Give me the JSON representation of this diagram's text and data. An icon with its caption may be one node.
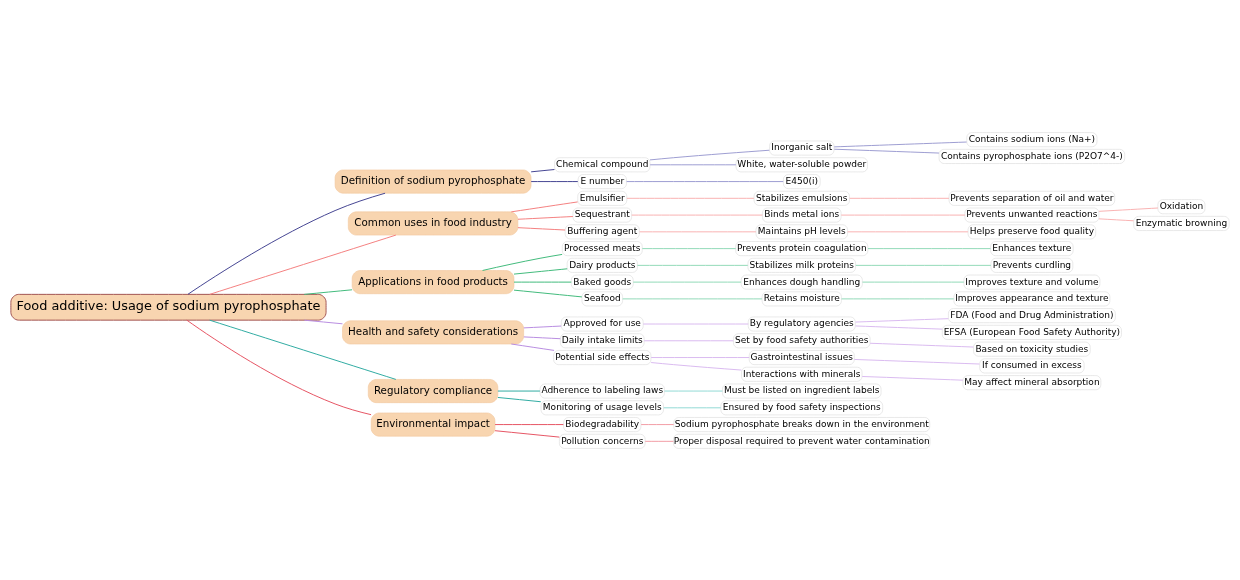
{
  "diagram": {
    "nodes": [
      {
        "text": [
          "Food additive: Usage of sodium pyrophosphate"
        ]
      },
      {
        "text": [
          "Definition of sodium pyrophosphate"
        ]
      },
      {
        "text": [
          "Chemical compound"
        ]
      },
      {
        "text": [
          "Inorganic salt"
        ]
      },
      {
        "text": [
          "Contains sodium ions (Na+)"
        ]
      },
      {
        "text": [
          "Contains pyrophosphate ions (P2O7^4-)"
        ]
      },
      {
        "text": [
          "White, water-soluble powder"
        ]
      },
      {
        "text": [
          "E number"
        ]
      },
      {
        "text": [
          "E450(i)"
        ]
      },
      {
        "text": [
          "Common uses in food industry"
        ]
      },
      {
        "text": [
          "Emulsifier"
        ]
      },
      {
        "text": [
          "Stabilizes emulsions"
        ]
      },
      {
        "text": [
          "Prevents separation of oil and water"
        ]
      },
      {
        "text": [
          "Sequestrant"
        ]
      },
      {
        "text": [
          "Binds metal ions"
        ]
      },
      {
        "text": [
          "Prevents unwanted reactions"
        ]
      },
      {
        "text": [
          "Oxidation"
        ]
      },
      {
        "text": [
          "Enzymatic browning"
        ]
      },
      {
        "text": [
          "Buffering agent"
        ]
      },
      {
        "text": [
          "Maintains pH levels"
        ]
      },
      {
        "text": [
          "Helps preserve food quality"
        ]
      },
      {
        "text": [
          "Applications in food products"
        ]
      },
      {
        "text": [
          "Processed meats"
        ]
      },
      {
        "text": [
          "Prevents protein coagulation"
        ]
      },
      {
        "text": [
          "Enhances texture"
        ]
      },
      {
        "text": [
          "Dairy products"
        ]
      },
      {
        "text": [
          "Stabilizes milk proteins"
        ]
      },
      {
        "text": [
          "Prevents curdling"
        ]
      },
      {
        "text": [
          "Baked goods"
        ]
      },
      {
        "text": [
          "Enhances dough handling"
        ]
      },
      {
        "text": [
          "Improves texture and volume"
        ]
      },
      {
        "text": [
          "Seafood"
        ]
      },
      {
        "text": [
          "Retains moisture"
        ]
      },
      {
        "text": [
          "Improves appearance and texture"
        ]
      },
      {
        "text": [
          "Health and safety considerations"
        ]
      },
      {
        "text": [
          "Approved for use"
        ]
      },
      {
        "text": [
          "By regulatory agencies"
        ]
      },
      {
        "text": [
          "FDA (Food and Drug Administration)"
        ]
      },
      {
        "text": [
          "EFSA (European Food Safety Authority)"
        ]
      },
      {
        "text": [
          "Daily intake limits"
        ]
      },
      {
        "text": [
          "Set by food safety authorities"
        ]
      },
      {
        "text": [
          "Based on toxicity studies"
        ]
      },
      {
        "text": [
          "Potential side effects"
        ]
      },
      {
        "text": [
          "Gastrointestinal issues"
        ]
      },
      {
        "text": [
          "If consumed in excess"
        ]
      },
      {
        "text": [
          "Interactions with minerals"
        ]
      },
      {
        "text": [
          "May affect mineral absorption"
        ]
      },
      {
        "text": [
          "Regulatory compliance"
        ]
      },
      {
        "text": [
          "Adherence to labeling laws"
        ]
      },
      {
        "text": [
          "Must be listed on ingredient labels"
        ]
      },
      {
        "text": [
          "Monitoring of usage levels"
        ]
      },
      {
        "text": [
          "Ensured by food safety inspections"
        ]
      },
      {
        "text": [
          "Environmental impact"
        ]
      },
      {
        "text": [
          "Biodegradability"
        ]
      },
      {
        "text": [
          "Sodium pyrophosphate breaks down in the environment"
        ]
      },
      {
        "text": [
          "Pollution concerns"
        ]
      },
      {
        "text": [
          "Proper disposal required to prevent water contamination"
        ]
      }
    ],
    "edges": [
      {
        "from": 0,
        "to": 1,
        "arrow": "none",
        "color": "#3f3f8f"
      },
      {
        "from": 1,
        "to": 2,
        "arrow": "none",
        "color": "#3f3f8f"
      },
      {
        "from": 2,
        "to": 3,
        "arrow": "none",
        "color": "#9a9ad0"
      },
      {
        "from": 3,
        "to": 4,
        "arrow": "none",
        "color": "#9a9ad0"
      },
      {
        "from": 3,
        "to": 5,
        "arrow": "none",
        "color": "#9a9ad0"
      },
      {
        "from": 2,
        "to": 6,
        "arrow": "none",
        "color": "#9a9ad0"
      },
      {
        "from": 1,
        "to": 7,
        "arrow": "none",
        "color": "#3f3f8f"
      },
      {
        "from": 7,
        "to": 8,
        "arrow": "none",
        "color": "#9a9ad0"
      },
      {
        "from": 0,
        "to": 9,
        "arrow": "none",
        "color": "#f47c7c"
      },
      {
        "from": 9,
        "to": 10,
        "arrow": "none",
        "color": "#f47c7c"
      },
      {
        "from": 10,
        "to": 11,
        "arrow": "none",
        "color": "#f9b0b0"
      },
      {
        "from": 11,
        "to": 12,
        "arrow": "none",
        "color": "#f9b0b0"
      },
      {
        "from": 9,
        "to": 13,
        "arrow": "none",
        "color": "#f47c7c"
      },
      {
        "from": 13,
        "to": 14,
        "arrow": "none",
        "color": "#f9b0b0"
      },
      {
        "from": 14,
        "to": 15,
        "arrow": "none",
        "color": "#f9b0b0"
      },
      {
        "from": 15,
        "to": 16,
        "arrow": "none",
        "color": "#f9b0b0"
      },
      {
        "from": 15,
        "to": 17,
        "arrow": "none",
        "color": "#f9b0b0"
      },
      {
        "from": 9,
        "to": 18,
        "arrow": "none",
        "color": "#f47c7c"
      },
      {
        "from": 18,
        "to": 19,
        "arrow": "none",
        "color": "#f9b0b0"
      },
      {
        "from": 19,
        "to": 20,
        "arrow": "none",
        "color": "#f9b0b0"
      },
      {
        "from": 0,
        "to": 21,
        "arrow": "none",
        "color": "#3cb878"
      },
      {
        "from": 21,
        "to": 22,
        "arrow": "none",
        "color": "#3cb878"
      },
      {
        "from": 22,
        "to": 23,
        "arrow": "none",
        "color": "#8fd9b6"
      },
      {
        "from": 23,
        "to": 24,
        "arrow": "none",
        "color": "#8fd9b6"
      },
      {
        "from": 21,
        "to": 25,
        "arrow": "none",
        "color": "#3cb878"
      },
      {
        "from": 25,
        "to": 26,
        "arrow": "none",
        "color": "#8fd9b6"
      },
      {
        "from": 26,
        "to": 27,
        "arrow": "none",
        "color": "#8fd9b6"
      },
      {
        "from": 21,
        "to": 28,
        "arrow": "none",
        "color": "#3cb878"
      },
      {
        "from": 28,
        "to": 29,
        "arrow": "none",
        "color": "#8fd9b6"
      },
      {
        "from": 29,
        "to": 30,
        "arrow": "none",
        "color": "#8fd9b6"
      },
      {
        "from": 21,
        "to": 31,
        "arrow": "none",
        "color": "#3cb878"
      },
      {
        "from": 31,
        "to": 32,
        "arrow": "none",
        "color": "#8fd9b6"
      },
      {
        "from": 32,
        "to": 33,
        "arrow": "none",
        "color": "#8fd9b6"
      },
      {
        "from": 0,
        "to": 34,
        "arrow": "none",
        "color": "#b68ae0"
      },
      {
        "from": 34,
        "to": 35,
        "arrow": "none",
        "color": "#b68ae0"
      },
      {
        "from": 35,
        "to": 36,
        "arrow": "none",
        "color": "#d9b9ef"
      },
      {
        "from": 36,
        "to": 37,
        "arrow": "none",
        "color": "#d9b9ef"
      },
      {
        "from": 36,
        "to": 38,
        "arrow": "none",
        "color": "#d9b9ef"
      },
      {
        "from": 34,
        "to": 39,
        "arrow": "none",
        "color": "#b68ae0"
      },
      {
        "from": 39,
        "to": 40,
        "arrow": "none",
        "color": "#d9b9ef"
      },
      {
        "from": 40,
        "to": 41,
        "arrow": "none",
        "color": "#d9b9ef"
      },
      {
        "from": 34,
        "to": 42,
        "arrow": "none",
        "color": "#b68ae0"
      },
      {
        "from": 42,
        "to": 43,
        "arrow": "none",
        "color": "#d9b9ef"
      },
      {
        "from": 43,
        "to": 44,
        "arrow": "none",
        "color": "#d9b9ef"
      },
      {
        "from": 42,
        "to": 45,
        "arrow": "none",
        "color": "#d9b9ef"
      },
      {
        "from": 45,
        "to": 46,
        "arrow": "none",
        "color": "#d9b9ef"
      },
      {
        "from": 0,
        "to": 47,
        "arrow": "none",
        "color": "#2aa9a0"
      },
      {
        "from": 47,
        "to": 48,
        "arrow": "none",
        "color": "#2aa9a0"
      },
      {
        "from": 48,
        "to": 49,
        "arrow": "none",
        "color": "#8ed9d4"
      },
      {
        "from": 47,
        "to": 50,
        "arrow": "none",
        "color": "#2aa9a0"
      },
      {
        "from": 50,
        "to": 51,
        "arrow": "none",
        "color": "#8ed9d4"
      },
      {
        "from": 0,
        "to": 52,
        "arrow": "none",
        "color": "#e5505f"
      },
      {
        "from": 52,
        "to": 53,
        "arrow": "none",
        "color": "#e5505f"
      },
      {
        "from": 53,
        "to": 54,
        "arrow": "none",
        "color": "#f29aa3"
      },
      {
        "from": 52,
        "to": 55,
        "arrow": "none",
        "color": "#e5505f"
      },
      {
        "from": 55,
        "to": 56,
        "arrow": "none",
        "color": "#f29aa3"
      }
    ]
  }
}
